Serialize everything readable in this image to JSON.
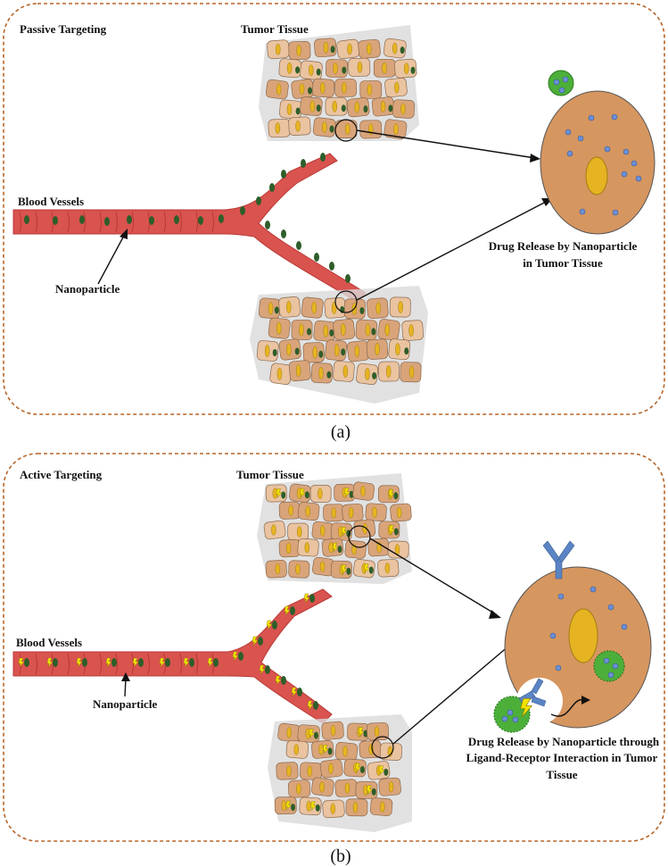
{
  "panel_a": {
    "title": "Passive Targeting",
    "tumor_tissue_label": "Tumor Tissue",
    "blood_vessels_label": "Blood Vessels",
    "nanoparticle_label": "Nanoparticle",
    "release_line1": "Drug Release by Nanoparticle",
    "release_line2": "in Tumor Tissue",
    "caption": "(a)"
  },
  "panel_b": {
    "title": "Active Targeting",
    "tumor_tissue_label": "Tumor Tissue",
    "blood_vessels_label": "Blood Vessels",
    "nanoparticle_label": "Nanoparticle",
    "release_line1": "Drug Release by Nanoparticle through",
    "release_line2": "Ligand-Receptor Interaction in Tumor",
    "release_line3": "Tissue",
    "caption": "(b)"
  },
  "colors": {
    "panel_border": "#b5652a",
    "vessel": "#d9534f",
    "vessel_dark": "#b83a36",
    "nanoparticle": "#2e5e2a",
    "cell_fill": "#d9a47a",
    "cell_fill_light": "#eac3a0",
    "nucleus": "#e6b422",
    "tissue_bg": "#d9d9d9",
    "large_cell": "#d69660",
    "drug_dot": "#6b8fd6",
    "vesicle": "#4caf3a",
    "receptor": "#5b84c4",
    "lightning": "#f2e200"
  }
}
